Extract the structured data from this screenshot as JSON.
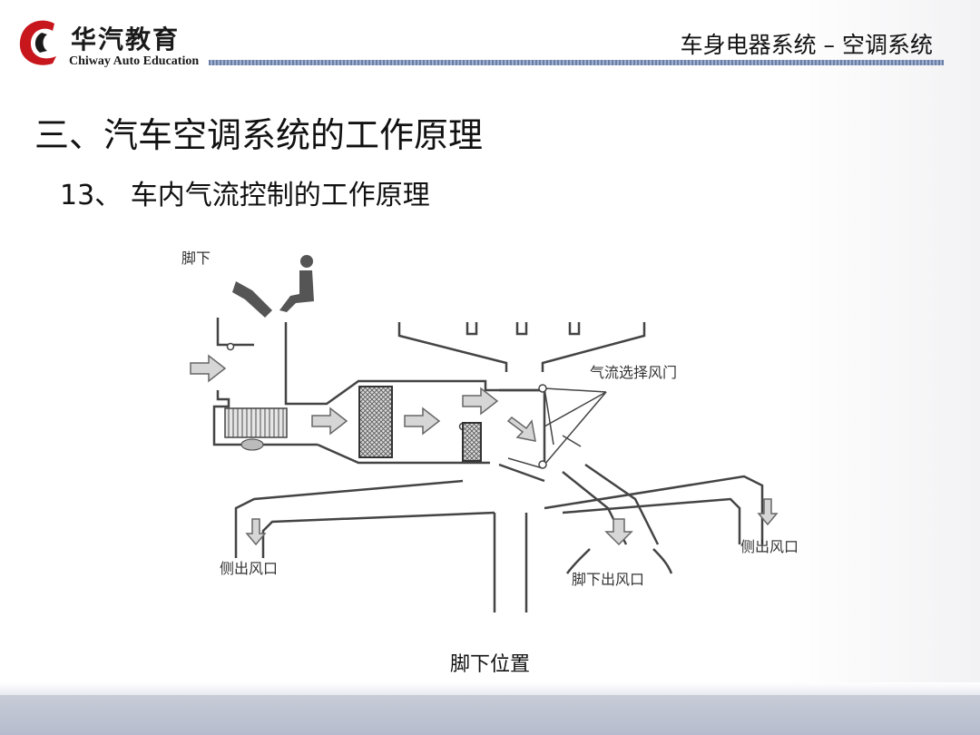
{
  "header": {
    "logo_cn": "华汽教育",
    "logo_en": "Chiway Auto Education",
    "section": "车身电器系统 –  空调系统"
  },
  "title": "三、汽车空调系统的工作原理",
  "subtitle": "13、  车内气流控制的工作原理",
  "diagram": {
    "label_foot_top": "脚下",
    "label_damper": "气流选择风门",
    "label_side_left": "侧出风口",
    "label_side_right": "侧出风口",
    "label_foot_outlet": "脚下出风口"
  },
  "caption": "脚下位置",
  "colors": {
    "logo_red": "#c8161d",
    "rule_blue": "#6c7fa6",
    "band": "#b6bccd"
  }
}
